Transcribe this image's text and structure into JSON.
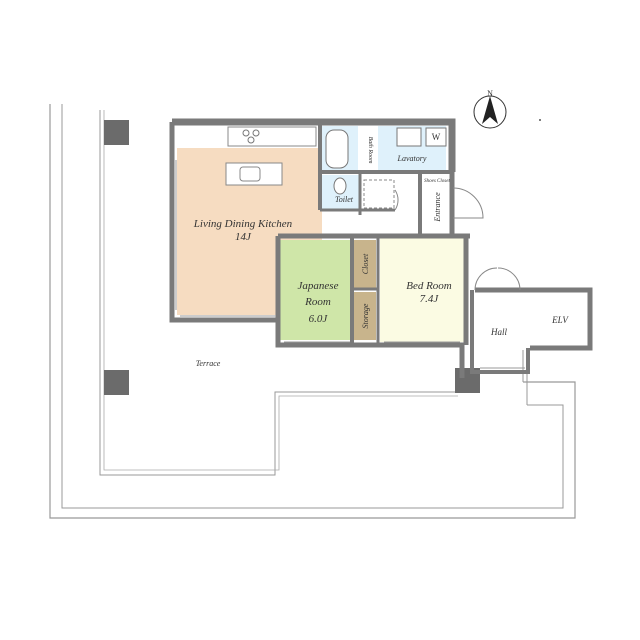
{
  "rooms": {
    "ldk": {
      "name": "Living Dining Kitchen",
      "size": "14J",
      "color": "#f6dcc1"
    },
    "japanese": {
      "name_line1": "Japanese",
      "name_line2": "Room",
      "size": "6.0J",
      "color": "#cfe6a8"
    },
    "bedroom": {
      "name": "Bed Room",
      "size": "7.4J",
      "color": "#fbfbe3"
    },
    "closet": {
      "name": "Closet",
      "color": "#c8b48c"
    },
    "storage": {
      "name": "Storage",
      "color": "#c8b48c"
    },
    "bathroom": {
      "name": "Bath Room",
      "color": "#dff1fb"
    },
    "lavatory": {
      "name": "Lavatory",
      "color": "#dff1fb"
    },
    "toilet": {
      "name": "Toilet",
      "color": "#dff1fb"
    },
    "shoes_closet": {
      "name": "Shoes Closet"
    },
    "entrance": {
      "name": "Entrance"
    },
    "hall": {
      "name": "Hall"
    },
    "elv": {
      "name": "ELV"
    },
    "terrace": {
      "name": "Terrace"
    },
    "washer": {
      "name": "W"
    }
  },
  "compass": {
    "label": "N"
  },
  "colors": {
    "wall": "#7a7a7a",
    "column": "#6b6b6b",
    "outline": "#888888"
  }
}
